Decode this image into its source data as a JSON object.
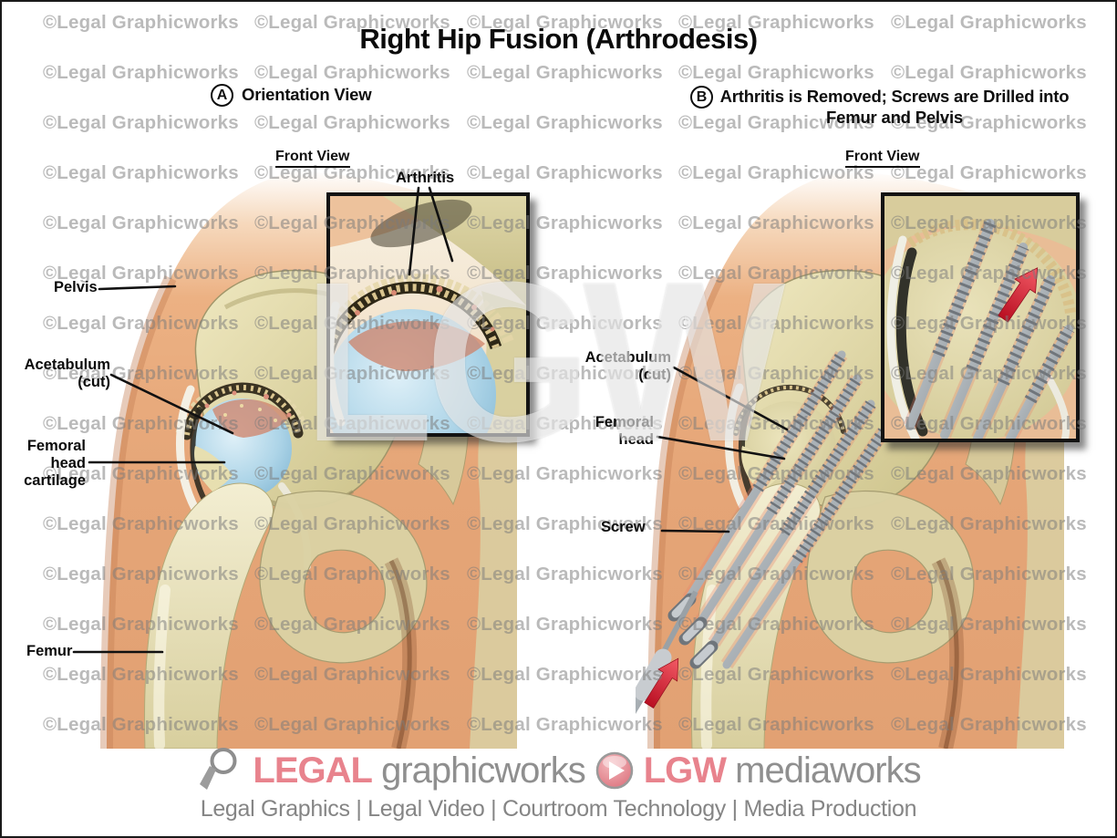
{
  "title": "Right Hip Fusion (Arthrodesis)",
  "watermark": {
    "tile_text": "©Legal Graphicworks",
    "big_text": "LGW"
  },
  "panels": {
    "a": {
      "badge": "A",
      "heading": "Orientation View",
      "inset_title": "Front View",
      "inset_label": "Arthritis",
      "labels": {
        "pelvis": "Pelvis",
        "acetabulum": "Acetabulum\n(cut)",
        "femoral_head_cartilage": "Femoral\nhead\ncartilage",
        "femur": "Femur"
      }
    },
    "b": {
      "badge": "B",
      "heading": "Arthritis is Removed; Screws are Drilled into Femur and Pelvis",
      "inset_title": "Front View",
      "labels": {
        "acetabulum": "Acetabulum\n(cut)",
        "femoral_head": "Femoral\nhead",
        "screw": "Screw"
      }
    }
  },
  "footer": {
    "brand_graphics_accent": "LEGAL",
    "brand_graphics_rest": "graphicworks",
    "brand_media_accent": "LGW",
    "brand_media_rest": "mediaworks",
    "tagline": "Legal Graphics | Legal Video | Courtroom Technology | Media Production"
  },
  "colors": {
    "brand_pink": "#e8838d",
    "footer_gray": "#8f8f8f",
    "watermark_gray": "#7a7a7a",
    "skin": "#e5a577",
    "bone": "#ddd5a6",
    "cartilage_blue": "#a8d2e6",
    "arrow_red": "#d8202f",
    "label_black": "#0b0b0b"
  }
}
